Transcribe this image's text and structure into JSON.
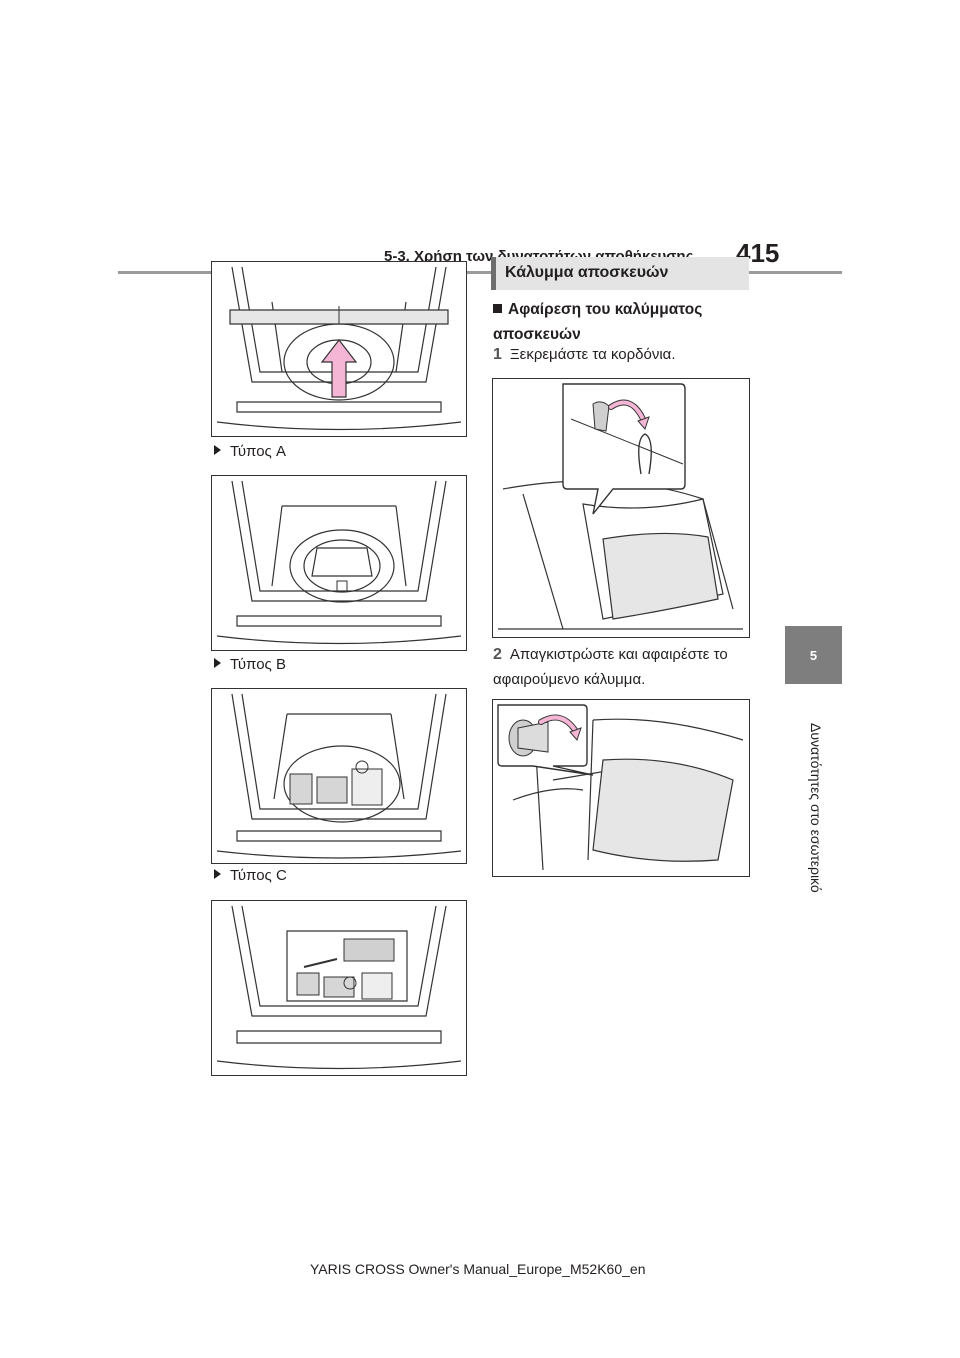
{
  "header": {
    "section": "5-3. Χρήση των δυνατοτήτων αποθήκευσης",
    "page_number": "415"
  },
  "side_tab": {
    "chapter": "5",
    "title": "Δυνατότητες στο εσωτερικό"
  },
  "left": {
    "captions": [
      "Τύπος A",
      "Τύπος B",
      "Τύπος C"
    ]
  },
  "right": {
    "section_title": "Κάλυμμα αποσκευών",
    "subheading": "Αφαίρεση του καλύμματος αποσκευών",
    "steps": [
      {
        "num": "1",
        "text": "Ξεκρεμάστε τα κορδόνια."
      },
      {
        "num": "2",
        "text": "Απαγκιστρώστε και αφαιρέστε το αφαιρούμενο κάλυμμα."
      }
    ]
  },
  "footer": {
    "text": "YARIS CROSS Owner's Manual_Europe_M52K60_en"
  },
  "colors": {
    "arrow_pink": "#f4b6d4",
    "panel_gray": "#e4e4e4",
    "tab_gray": "#7e7e7e"
  }
}
